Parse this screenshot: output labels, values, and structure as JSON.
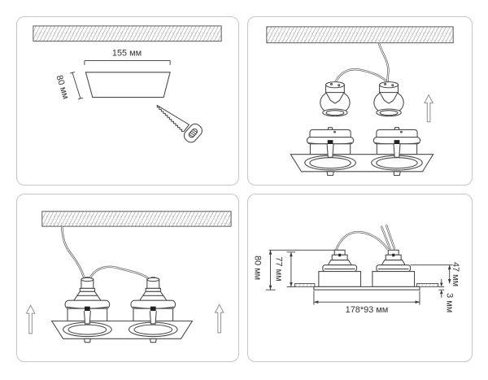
{
  "colors": {
    "line": "#4a4a4a",
    "panel_border": "#c6c6c6",
    "text": "#333333",
    "arrow_outline": "#8f8f8f"
  },
  "step1": {
    "width_label": "155 мм",
    "depth_label": "80 мм"
  },
  "step4": {
    "total_height_label": "80 мм",
    "recess_height_label": "77 мм",
    "housing_height_label": "47 мм",
    "trim_thickness_label": "3 мм",
    "cutout_size_label": "178*93 мм"
  }
}
